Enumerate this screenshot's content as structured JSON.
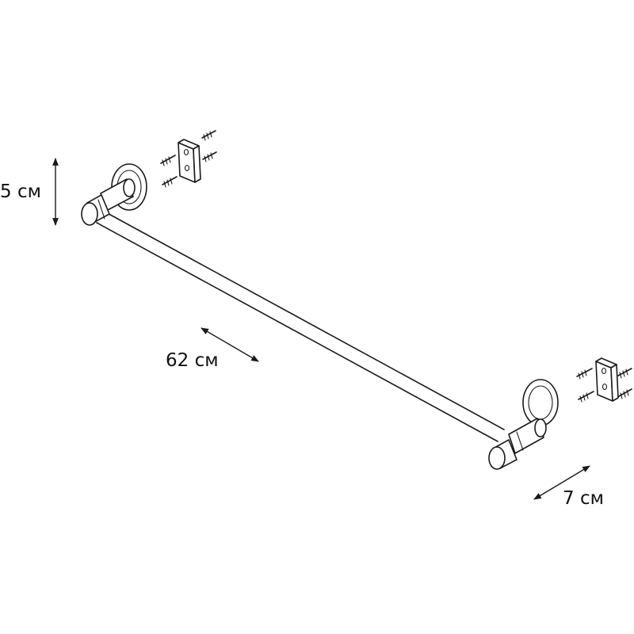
{
  "dimensions": {
    "height": "5 см",
    "length": "62 см",
    "depth": "7 см"
  },
  "colors": {
    "line": "#1a1a1a",
    "background": "#ffffff"
  },
  "icons": {
    "arrow": "double-headed-arrow",
    "screw": "wood-screw",
    "plug": "wall-plug"
  }
}
